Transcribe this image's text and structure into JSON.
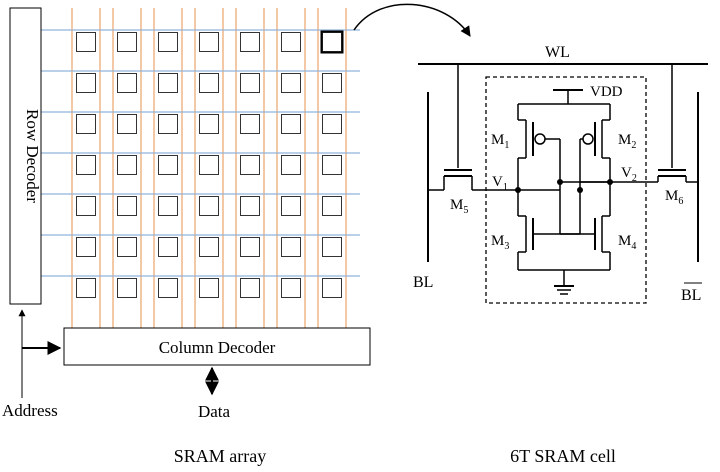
{
  "sram_array": {
    "row_decoder": "Row Decoder",
    "column_decoder": "Column Decoder",
    "address": "Address",
    "data": "Data",
    "caption": "SRAM array",
    "rows": 7,
    "cols": 7
  },
  "sram_cell": {
    "wordline": "WL",
    "vdd": "VDD",
    "bl": "BL",
    "blb": "BL",
    "v1": {
      "base": "V",
      "sub": "1"
    },
    "v2": {
      "base": "V",
      "sub": "2"
    },
    "m1": {
      "base": "M",
      "sub": "1"
    },
    "m2": {
      "base": "M",
      "sub": "2"
    },
    "m3": {
      "base": "M",
      "sub": "3"
    },
    "m4": {
      "base": "M",
      "sub": "4"
    },
    "m5": {
      "base": "M",
      "sub": "5"
    },
    "m6": {
      "base": "M",
      "sub": "6"
    },
    "caption": "6T SRAM cell"
  },
  "colors": {
    "row_line": "#8fb4d9",
    "col_line": "#e9a46a",
    "ink": "#000000"
  }
}
